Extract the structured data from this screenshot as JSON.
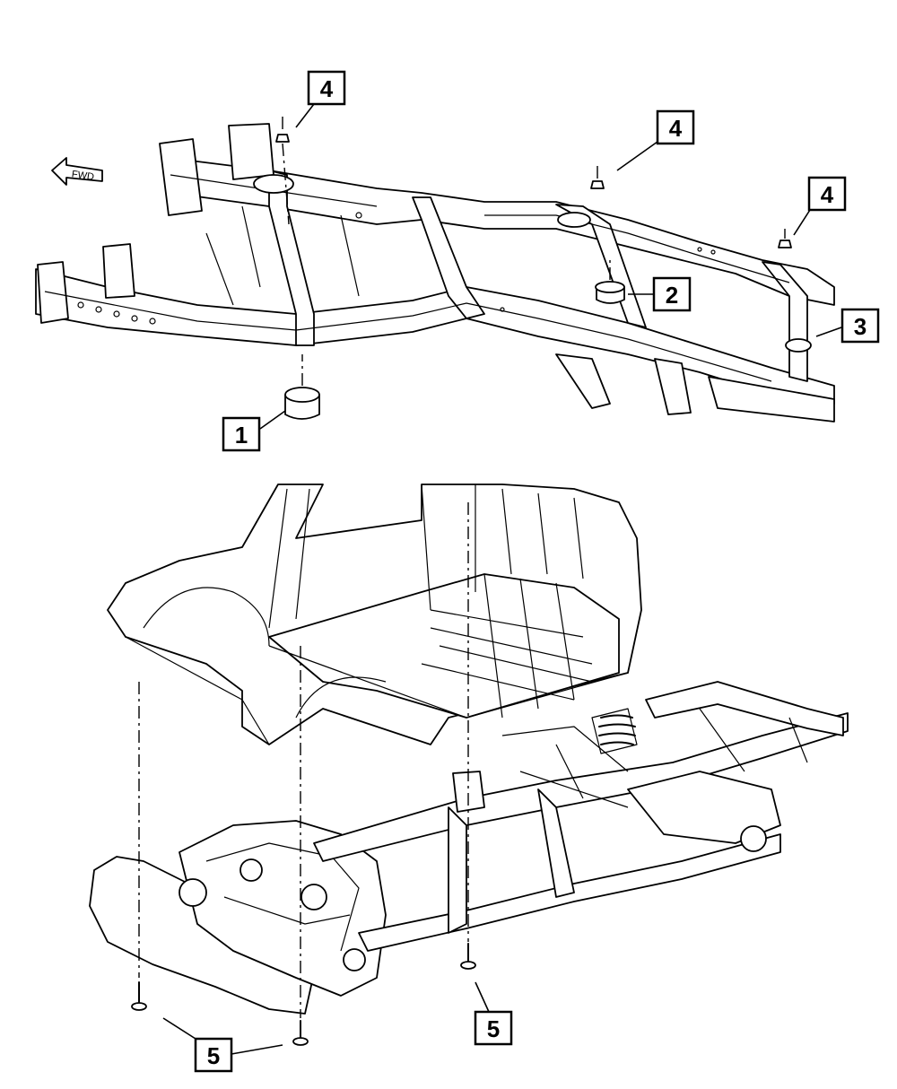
{
  "fwd_label": "FWD",
  "callouts": {
    "c1": "1",
    "c2": "2",
    "c3": "3",
    "c4a": "4",
    "c4b": "4",
    "c4c": "4",
    "c5a": "5",
    "c5b": "5"
  }
}
